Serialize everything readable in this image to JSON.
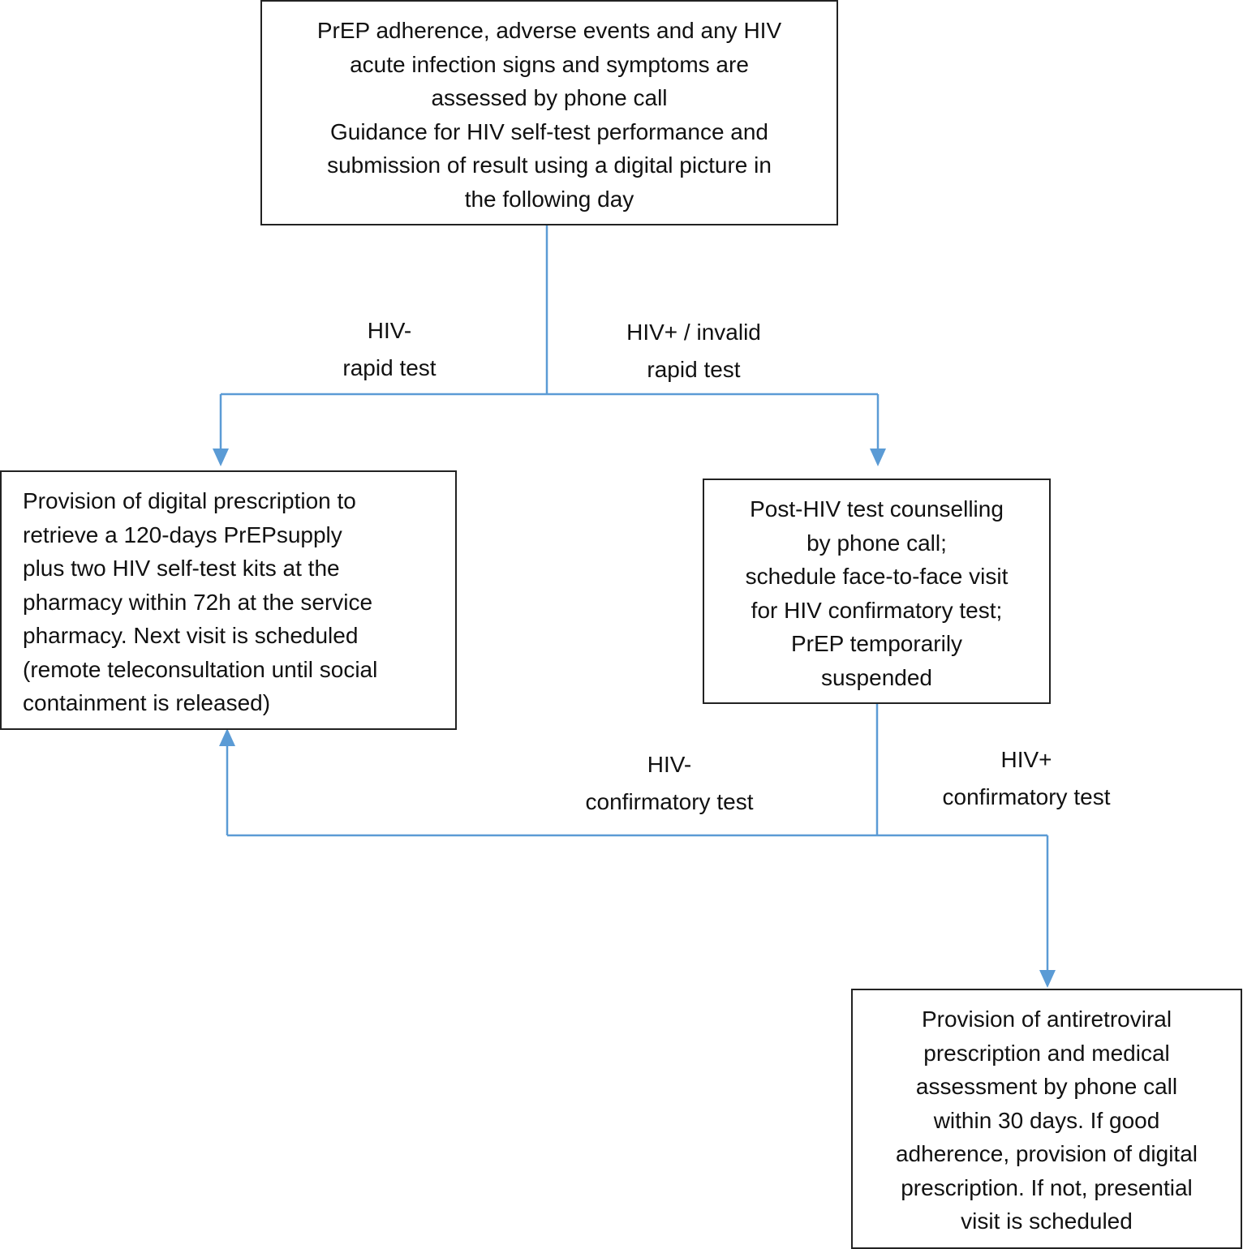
{
  "colors": {
    "connector": "#5b9bd5",
    "box_border": "#222222",
    "text": "#111111"
  },
  "boxes": {
    "top": {
      "lines": [
        "PrEP adherence, adverse events and any HIV",
        "acute infection signs and symptoms are",
        "assessed by phone call",
        "Guidance for HIV self-test performance and",
        "submission of result using a digital picture in",
        "the following day"
      ]
    },
    "left": {
      "lines": [
        "Provision of digital prescription to",
        "retrieve a 120-days PrEPsupply",
        "plus two HIV self-test kits at the",
        "pharmacy within 72h at the service",
        "pharmacy. Next visit is scheduled",
        "(remote teleconsultation until social",
        "containment is released)"
      ]
    },
    "right": {
      "lines": [
        "Post-HIV test counselling",
        "by phone call;",
        "schedule face-to-face visit",
        "for HIV confirmatory test;",
        "PrEP temporarily",
        "suspended"
      ]
    },
    "bottom": {
      "lines": [
        "Provision of antiretroviral",
        "prescription and medical",
        "assessment by phone call",
        "within 30 days. If good",
        "adherence, provision of digital",
        "prescription. If not, presential",
        "visit is scheduled"
      ]
    }
  },
  "edge_labels": {
    "rapid_negative": {
      "lines": [
        "HIV-",
        "rapid test"
      ]
    },
    "rapid_positive": {
      "lines": [
        "HIV+ / invalid",
        "rapid test"
      ]
    },
    "confirmatory_negative": {
      "lines": [
        "HIV-",
        "confirmatory test"
      ]
    },
    "confirmatory_positive": {
      "lines": [
        "HIV+",
        "confirmatory test"
      ]
    }
  }
}
